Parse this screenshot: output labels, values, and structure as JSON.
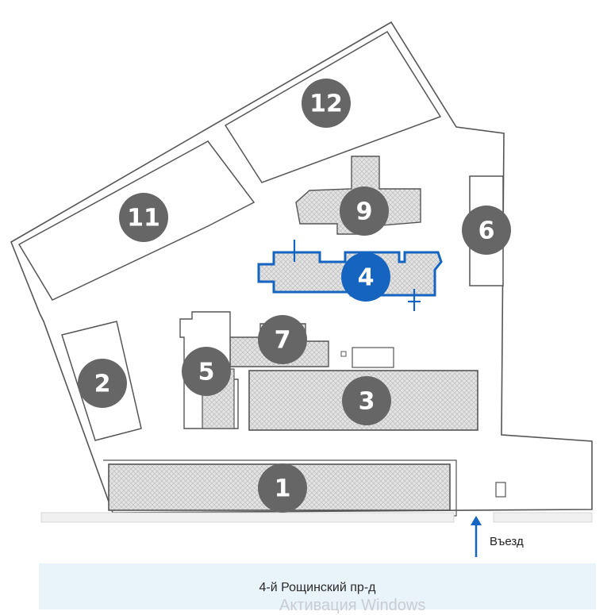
{
  "map": {
    "buildings": [
      {
        "id": "1",
        "label": "1",
        "highlighted": false
      },
      {
        "id": "2",
        "label": "2",
        "highlighted": false
      },
      {
        "id": "3",
        "label": "3",
        "highlighted": false
      },
      {
        "id": "4",
        "label": "4",
        "highlighted": true
      },
      {
        "id": "5",
        "label": "5",
        "highlighted": false
      },
      {
        "id": "6",
        "label": "6",
        "highlighted": false
      },
      {
        "id": "7",
        "label": "7",
        "highlighted": false
      },
      {
        "id": "9",
        "label": "9",
        "highlighted": false
      },
      {
        "id": "11",
        "label": "11",
        "highlighted": false
      },
      {
        "id": "12",
        "label": "12",
        "highlighted": false
      }
    ],
    "entry_label": "Въезд",
    "street_name": "4-й Рощинский пр-д",
    "watermark": "Активация Windows",
    "colors": {
      "marker": "#666666",
      "highlight": "#1565c0",
      "outline": "#555555",
      "street_bar": "#e8f3fa"
    }
  }
}
